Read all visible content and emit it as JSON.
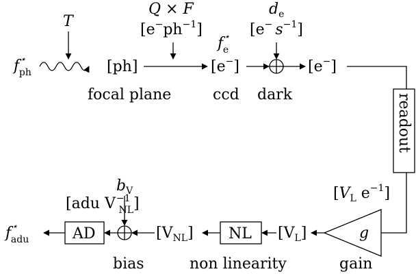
{
  "signals": {
    "f_ph": {
      "main": "f",
      "sup": "⋆",
      "sub": "ph"
    },
    "f_e": {
      "main": "f",
      "sup": "⋆",
      "sub": "e"
    },
    "f_adu": {
      "main": "f",
      "sup": "⋆",
      "sub": "adu"
    }
  },
  "inputs": {
    "T": "T",
    "QF": "Q × F",
    "QF_units": {
      "a": "[e",
      "b": "−",
      "c": "ph",
      "d": "−1",
      "e": "]"
    },
    "d_e": {
      "main": "d",
      "sub": "e"
    },
    "d_e_units": {
      "a": "[e",
      "b": "−",
      "c": "s",
      "d": "−1",
      "e": "]"
    },
    "b_V": {
      "main": "b",
      "sub": "V"
    }
  },
  "quantities": {
    "ph": "[ph]",
    "e1": {
      "a": "[e",
      "b": "−",
      "c": "]"
    },
    "e2": {
      "a": "[e",
      "b": "−",
      "c": "]"
    },
    "VL": {
      "a": "[V",
      "b": "L",
      "c": "]"
    },
    "VNL": {
      "a": "[V",
      "b": "NL",
      "c": "]"
    },
    "gain_units": {
      "a": "[",
      "b": "V",
      "c": "L",
      "d": " e",
      "e": "−1",
      "f": "]"
    },
    "adu_units": {
      "a": "[adu V",
      "b": "−1",
      "c": "NL",
      "d": "]"
    }
  },
  "stages": {
    "focal_plane": "focal plane",
    "ccd": "ccd",
    "dark": "dark",
    "readout": "readout",
    "gain": "gain",
    "gain_symbol": "g",
    "NL": "NL",
    "non_linearity": "non linearity",
    "AD": "AD",
    "bias": "bias"
  }
}
